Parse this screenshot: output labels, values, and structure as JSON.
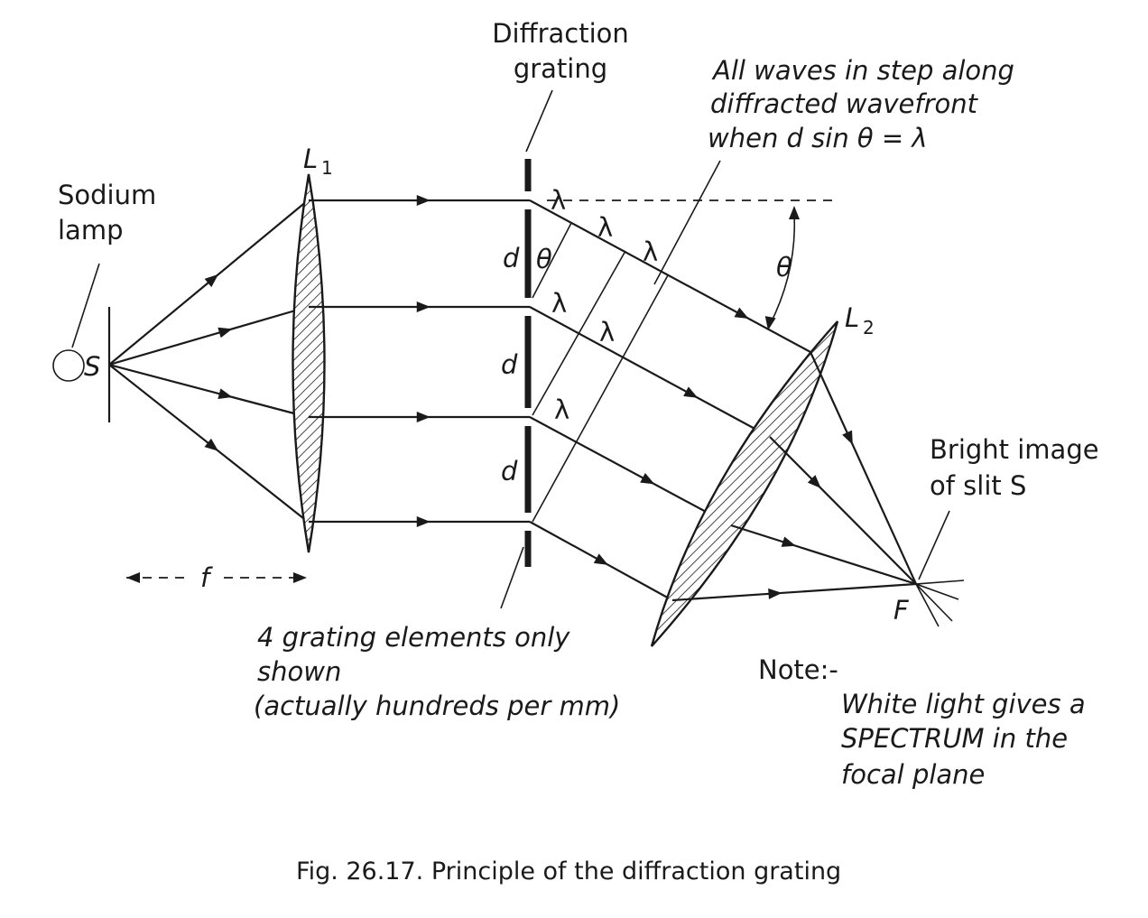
{
  "labels": {
    "diffraction_grating": [
      "Diffraction",
      "grating"
    ],
    "in_step": [
      "All waves in step along",
      "diffracted wavefront",
      "when d sin θ = λ"
    ],
    "sodium_lamp": [
      "Sodium",
      "lamp"
    ],
    "source": "S",
    "lens1": "L",
    "lens1_sub": "1",
    "lens2": "L",
    "lens2_sub": "2",
    "focal_length": "f",
    "spacing": "d",
    "theta": "θ",
    "lambda": "λ",
    "bright_image": [
      "Bright image",
      "of slit S"
    ],
    "focus": "F",
    "grating_elements": [
      "4 grating elements only",
      "shown",
      "(actually hundreds per mm)"
    ],
    "note": "Note:-",
    "note_text": [
      "White light gives a",
      "SPECTRUM in the",
      "focal plane"
    ]
  },
  "caption": "Fig. 26.17. Principle of the diffraction grating"
}
